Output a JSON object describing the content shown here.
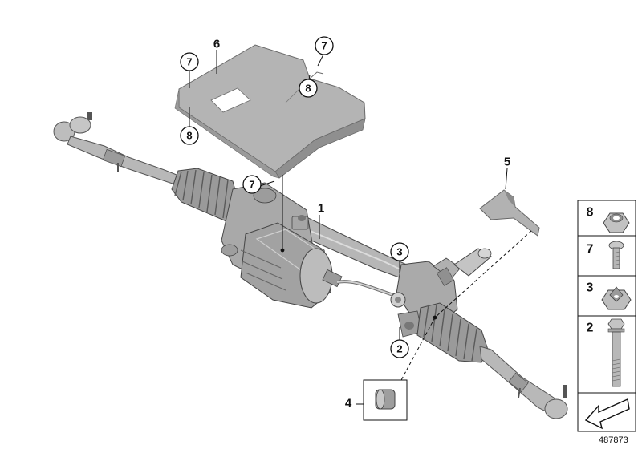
{
  "diagram": {
    "callouts": {
      "c1": "1",
      "c2": "2",
      "c3": "3",
      "c4": "4",
      "c5": "5",
      "c6": "6",
      "c7a": "7",
      "c7b": "7",
      "c7c": "7",
      "c8a": "8",
      "c8b": "8"
    },
    "legend": {
      "item8": "8",
      "item7": "7",
      "item3": "3",
      "item2": "2"
    },
    "diagram_id": "487873",
    "colors": {
      "part_fill": "#b4b4b4",
      "part_dark": "#8e8e8e",
      "part_light": "#d2d2d2",
      "outline": "#505050",
      "line": "#111111"
    }
  }
}
